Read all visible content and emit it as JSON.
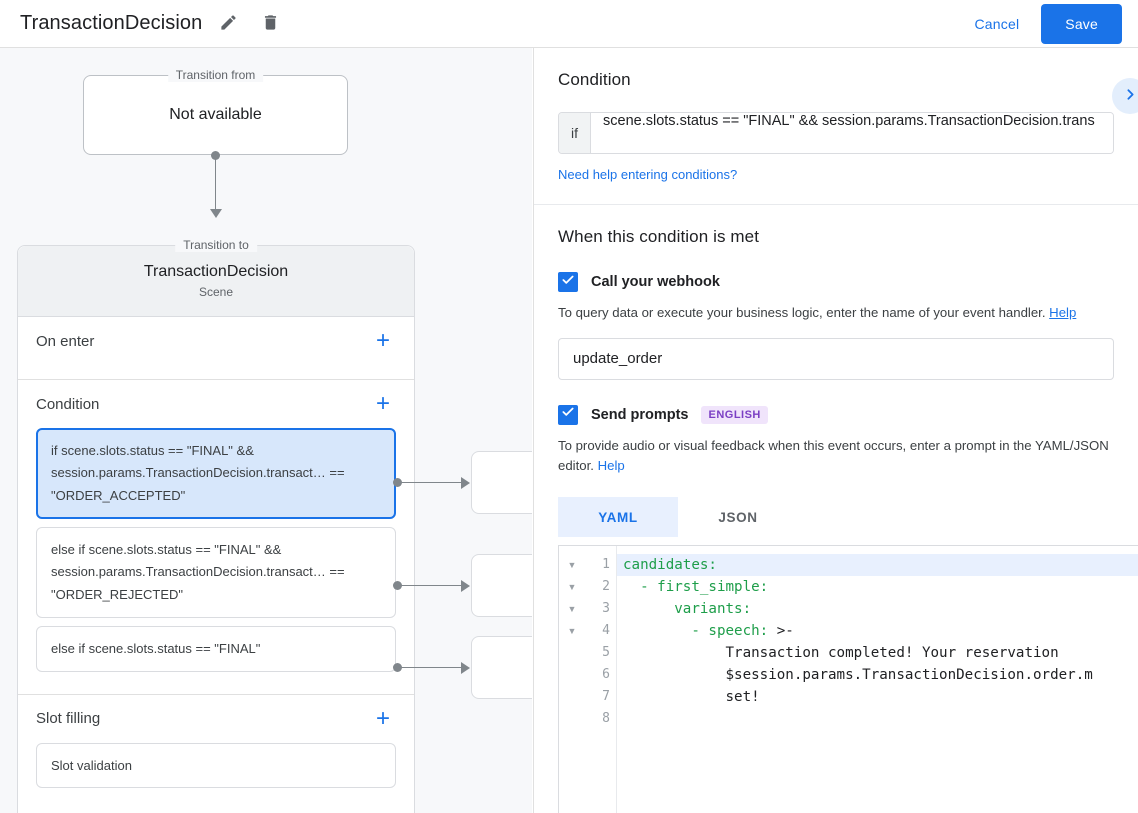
{
  "topbar": {
    "title": "TransactionDecision",
    "edit_icon": "pencil-icon",
    "delete_icon": "trash-icon",
    "cancel_label": "Cancel",
    "save_label": "Save",
    "accent_color": "#1a73e8"
  },
  "canvas": {
    "transition_from": {
      "legend": "Transition from",
      "value": "Not available"
    },
    "transition_to": {
      "legend": "Transition to",
      "scene_name": "TransactionDecision",
      "scene_type": "Scene"
    },
    "sections": [
      {
        "title": "On enter",
        "add_label": "+",
        "items": []
      },
      {
        "title": "Condition",
        "add_label": "+",
        "items": [
          {
            "text": "if scene.slots.status == \"FINAL\" && session.params.TransactionDecision.transact… == \"ORDER_ACCEPTED\"",
            "selected": true
          },
          {
            "text": "else if scene.slots.status == \"FINAL\" && session.params.TransactionDecision.transact… == \"ORDER_REJECTED\"",
            "selected": false
          },
          {
            "text": "else if scene.slots.status == \"FINAL\"",
            "selected": false
          }
        ]
      },
      {
        "title": "Slot filling",
        "add_label": "+",
        "items": [
          {
            "text": "Slot validation",
            "selected": false
          }
        ]
      }
    ]
  },
  "right_panel": {
    "condition_heading": "Condition",
    "expand_icon": "chevron-right-icon",
    "condition_prefix": "if",
    "condition_value": "scene.slots.status == \"FINAL\" && session.params.TransactionDecision.trans",
    "condition_help_link": "Need help entering conditions?",
    "when_met_heading": "When this condition is met",
    "webhook": {
      "checked": true,
      "label": "Call your webhook",
      "description": "To query data or execute your business logic, enter the name of your event handler.",
      "help_label": "Help",
      "input_value": "update_order"
    },
    "prompts": {
      "checked": true,
      "label": "Send prompts",
      "badge": "ENGLISH",
      "badge_color": "#7b3fc4",
      "description": "To provide audio or visual feedback when this event occurs, enter a prompt in the YAML/JSON editor.",
      "help_label": "Help",
      "tabs": [
        {
          "label": "YAML",
          "active": true
        },
        {
          "label": "JSON",
          "active": false
        }
      ]
    },
    "editor": {
      "lines": [
        {
          "num": "1",
          "fold": true,
          "highlight": true,
          "key": "candidates:",
          "rest": ""
        },
        {
          "num": "2",
          "fold": true,
          "highlight": false,
          "key": "  - first_simple:",
          "rest": ""
        },
        {
          "num": "3",
          "fold": true,
          "highlight": false,
          "key": "      variants:",
          "rest": ""
        },
        {
          "num": "4",
          "fold": true,
          "highlight": false,
          "key": "        - speech:",
          "rest": " >-"
        },
        {
          "num": "5",
          "fold": false,
          "highlight": false,
          "key": "",
          "rest": "            Transaction completed! Your reservation"
        },
        {
          "num": "6",
          "fold": false,
          "highlight": false,
          "key": "",
          "rest": "            $session.params.TransactionDecision.order.m"
        },
        {
          "num": "7",
          "fold": false,
          "highlight": false,
          "key": "",
          "rest": "            set!"
        },
        {
          "num": "8",
          "fold": false,
          "highlight": false,
          "key": "",
          "rest": ""
        }
      ]
    }
  }
}
